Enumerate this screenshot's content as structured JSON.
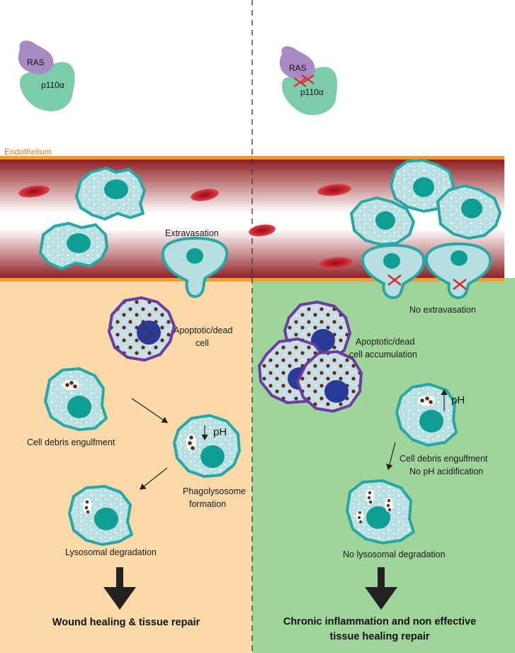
{
  "left_panel": {
    "ras_label": "RAS",
    "p110_label": "p110α",
    "extravasation_label": "Extravasation",
    "apoptotic_label_line1": "Apoptotic/dead",
    "apoptotic_label_line2": "cell",
    "engulfment_label": "Cell debris engulfment",
    "ph_label": "pH",
    "phagolysosome_line1": "Phagolysosome",
    "phagolysosome_line2": "formation",
    "degradation_label": "Lysosomal degradation",
    "outcome": "Wound healing & tissue repair",
    "background_color": "#fbd9a8"
  },
  "right_panel": {
    "ras_label": "RAS",
    "p110_label": "p110α",
    "no_extravasation_label": "No extravasation",
    "apoptotic_label_line1": "Apoptotic/dead",
    "apoptotic_label_line2": "cell accumulation",
    "ph_label": "pH",
    "engulfment_line1": "Cell debris engulfment",
    "engulfment_line2": "No pH acidification",
    "no_degradation_label": "No lysosomal degradation",
    "outcome_line1": "Chronic inflammation and non effective",
    "outcome_line2": "tissue healing repair",
    "background_color": "#9fd49a"
  },
  "endothelium_label": "Endothelium",
  "colors": {
    "ras": "#a98bc4",
    "p110": "#7dcdac",
    "endothelium_line": "#f29a2e",
    "vessel_dark": "#8f1c22",
    "rbc": "#c2202c",
    "cell_fill": "#b7dfe2",
    "cell_border": "#2aa7a2",
    "nucleus": "#0f9e93",
    "apoptotic_border": "#6a3e9e",
    "apoptotic_nucleus": "#2a3a99",
    "debris": "#5a2f12",
    "inhibit_x": "#e0262c"
  }
}
